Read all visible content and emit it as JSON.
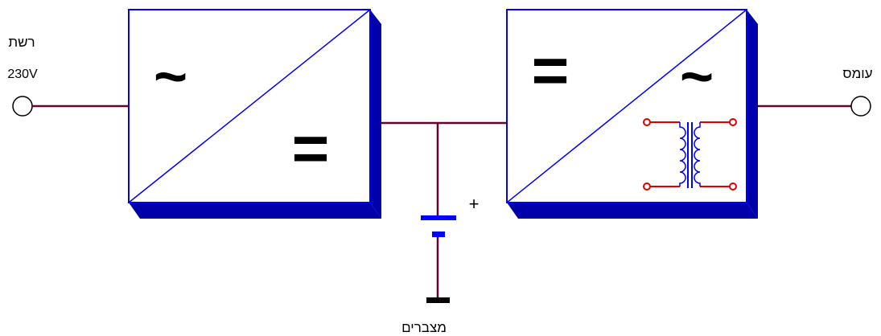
{
  "labels": {
    "mains": "רשת",
    "voltage": "230V",
    "load": "עומס",
    "batteries": "מצברים",
    "battery_plus": "+"
  },
  "blocks": {
    "rectifier": {
      "input_symbol": "~",
      "output_symbol": "="
    },
    "inverter": {
      "input_symbol": "=",
      "output_symbol": "~"
    }
  },
  "colors": {
    "block_border": "#0000ff",
    "block_shadow": "#0000aa",
    "wire": "#660033",
    "battery_plate": "#0000ff",
    "ground": "#000000",
    "transformer_coil": "#0000ff",
    "transformer_lead": "#dd0000"
  }
}
